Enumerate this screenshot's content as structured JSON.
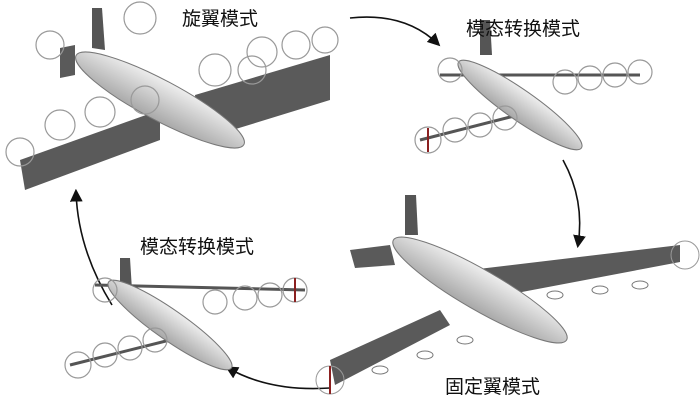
{
  "labels": {
    "rotor_mode": "旋翼模式",
    "transition_mode_top": "模态转换模式",
    "transition_mode_left": "模态转换模式",
    "fixed_wing_mode": "固定翼模式"
  },
  "colors": {
    "fuselage": "#c9c9c9",
    "wing": "#5a5a5a",
    "rotor": "#999999",
    "rotor_accent": "#8b2020",
    "arrow": "#111111"
  }
}
